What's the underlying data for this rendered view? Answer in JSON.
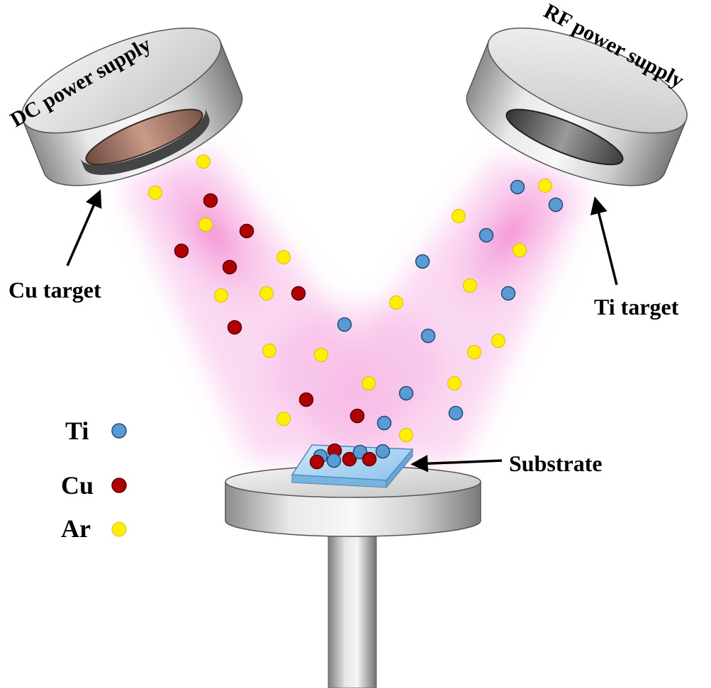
{
  "labels": {
    "dc_power_supply": "DC power supply",
    "rf_power_supply": "RF power supply",
    "cu_target": "Cu target",
    "ti_target": "Ti target",
    "substrate": "Substrate"
  },
  "legend": [
    {
      "symbol": "Ti",
      "color": "#5b9bd5"
    },
    {
      "symbol": "Cu",
      "color": "#b00000"
    },
    {
      "symbol": "Ar",
      "color": "#ffee00"
    }
  ],
  "colors": {
    "plasma": "#f06fc8",
    "metal": "#c8c8c8",
    "cu_target_face": "#b98473",
    "ti_target_face": "#555555",
    "substrate": "#a9d3f2",
    "arrow": "#000000"
  }
}
